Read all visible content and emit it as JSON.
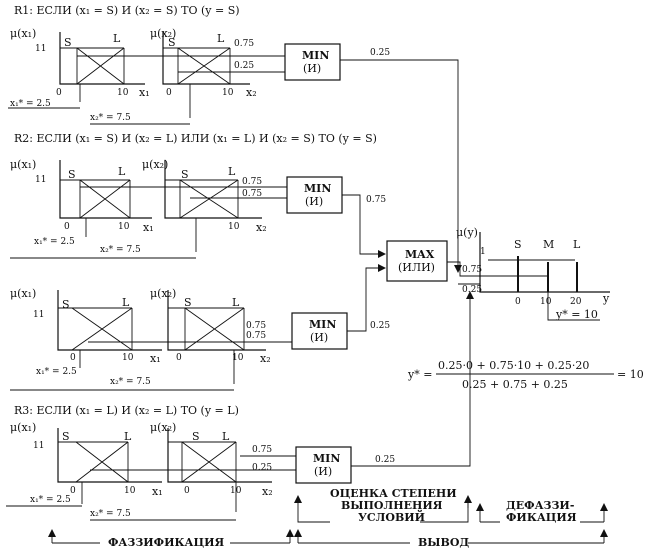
{
  "rules": [
    {
      "text": "R1: ЕСЛИ (x₁ = S) И (x₂ = S) ТО (y = S)"
    },
    {
      "text": "R2: ЕСЛИ (x₁ = S) И (x₂ = L) ИЛИ (x₁ = L) И (x₂ = S) ТО (y = S)"
    },
    {
      "text": "R3: ЕСЛИ (x₁ = L) И (x₂ = L) ТО (y = L)"
    }
  ],
  "axis": {
    "mu_x1": "μ(x₁)",
    "mu_x2": "μ(x₂)",
    "mu_y": "μ(y)",
    "x1": "x₁",
    "x2": "x₂",
    "y": "y",
    "one": "1",
    "eleven": "11",
    "zero": "0",
    "ten": "10",
    "twenty": "20",
    "S": "S",
    "L": "L",
    "M": "M"
  },
  "inputs": {
    "x1": "x₁* = 2.5",
    "x2": "x₂* = 7.5"
  },
  "values": {
    "v075": "0.75",
    "v025": "0.25"
  },
  "blocks": {
    "min": "MIN",
    "min_sub": "(И)",
    "max": "MAX",
    "max_sub": "(ИЛИ)"
  },
  "result": {
    "y_star": "y* = 10",
    "formula_lhs": "y* =",
    "formula_num": "0.25·0 + 0.75·10 + 0.25·20",
    "formula_den": "0.25 + 0.75 + 0.25",
    "formula_rhs": "= 10"
  },
  "stages": {
    "fuzzification": "ФАЗЗИФИКАЦИЯ",
    "assessment_l1": "ОЦЕНКА СТЕПЕНИ",
    "assessment_l2": "ВЫПОЛНЕНИЯ",
    "assessment_l3": "УСЛОВИЙ",
    "defuzz_l1": "ДЕФАЗЗИ-",
    "defuzz_l2": "ФИКАЦИЯ",
    "inference": "ВЫВОД"
  }
}
